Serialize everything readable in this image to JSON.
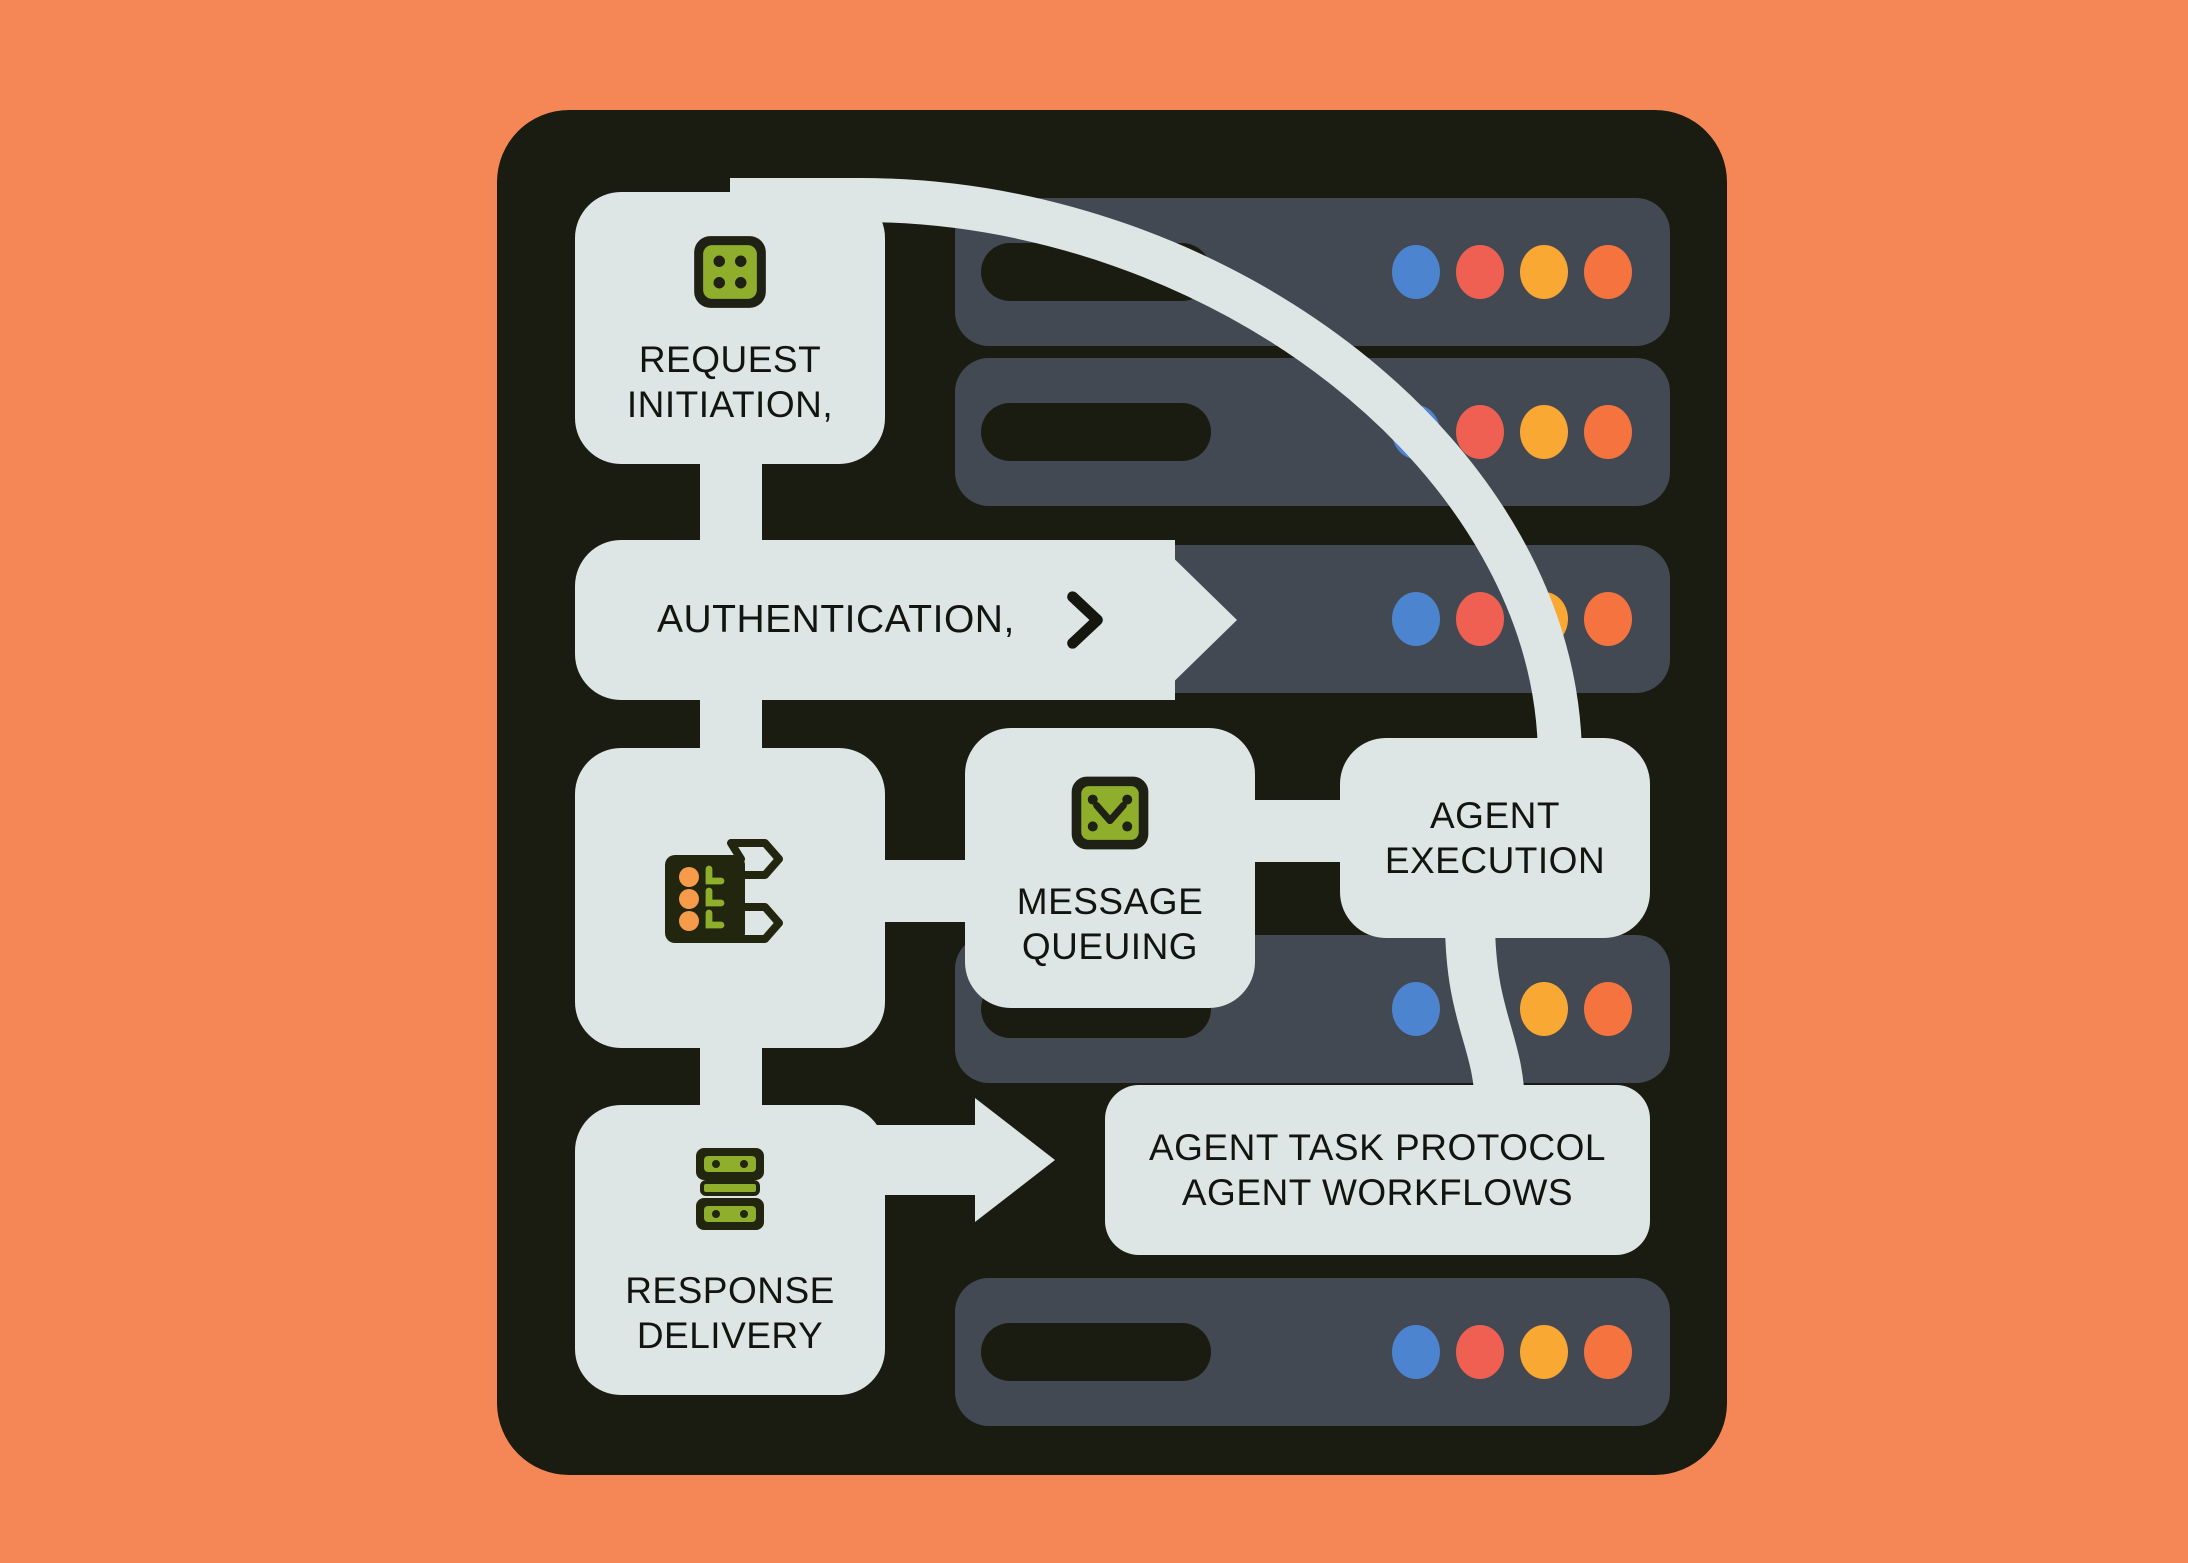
{
  "canvas": {
    "background_color": "#f58757",
    "panel_color": "#1b1c11",
    "node_color": "#dde5e5",
    "row_color": "#424953",
    "accent_green": "#8fae2b",
    "accent_orange": "#f59b4a"
  },
  "diagram": {
    "type": "flow",
    "title_text_color": "#121410",
    "nodes": [
      {
        "id": "request",
        "label": "REQUEST\nINITIATION,",
        "icon": "dice-four-dots-icon"
      },
      {
        "id": "auth",
        "label": "AUTHENTICATION,",
        "icon": "chevron-right-icon"
      },
      {
        "id": "check",
        "label": "",
        "icon": "checklist-tags-icon"
      },
      {
        "id": "queue",
        "label": "MESSAGE\nQUEUING",
        "icon": "message-queue-icon"
      },
      {
        "id": "exec",
        "label": "AGENT\nEXECUTION",
        "icon": ""
      },
      {
        "id": "protocol",
        "label": "AGENT TASK PROTOCOL\nAGENT WORKFLOWS",
        "icon": ""
      },
      {
        "id": "response",
        "label": "RESPONSE\nDELIVERY",
        "icon": "server-rack-icon"
      }
    ],
    "node_labels": {
      "request_line1": "REQUEST",
      "request_line2": "INITIATION,",
      "auth": "AUTHENTICATION,",
      "queue_line1": "MESSAGE",
      "queue_line2": "QUEUING",
      "exec_line1": "AGENT",
      "exec_line2": "EXECUTION",
      "protocol_line1": "AGENT TASK PROTOCOL",
      "protocol_line2": "AGENT WORKFLOWS",
      "response_line1": "RESPONSE",
      "response_line2": "DELIVERY"
    },
    "server_rows": [
      {
        "id": "row-1",
        "dots": [
          "#4c84cf",
          "#ef5f52",
          "#f9a833",
          "#f4733f"
        ]
      },
      {
        "id": "row-2",
        "dots": [
          "#4c84cf",
          "#ef5f52",
          "#f9a833",
          "#f4733f"
        ]
      },
      {
        "id": "row-3",
        "dots": [
          "#4c84cf",
          "#ef5f52",
          "#f9a833",
          "#f4733f"
        ]
      },
      {
        "id": "row-4",
        "dots": [
          "#4c84cf",
          "#ef5f52",
          "#f9a833",
          "#f4733f"
        ]
      },
      {
        "id": "row-5",
        "dots": [
          "#4c84cf",
          "#ef5f52",
          "#f9a833",
          "#f4733f"
        ]
      }
    ],
    "connections": [
      {
        "from": "request",
        "to": "exec",
        "style": "curved-arc"
      },
      {
        "from": "request",
        "to": "auth",
        "style": "straight"
      },
      {
        "from": "auth",
        "to": "check",
        "style": "straight"
      },
      {
        "from": "check",
        "to": "queue",
        "style": "straight"
      },
      {
        "from": "queue",
        "to": "exec",
        "style": "straight"
      },
      {
        "from": "exec",
        "to": "protocol",
        "style": "straight"
      },
      {
        "from": "check",
        "to": "response",
        "style": "straight"
      },
      {
        "from": "response",
        "to": "protocol",
        "style": "arrow-ribbon"
      }
    ]
  }
}
